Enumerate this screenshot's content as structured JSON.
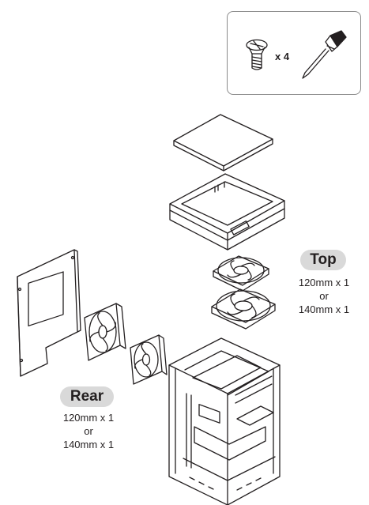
{
  "accessories": {
    "screw_quantity": "x 4",
    "icons": [
      "screw-icon",
      "screwdriver-icon"
    ]
  },
  "top_section": {
    "label": "Top",
    "option_1": "120mm x 1",
    "separator": "or",
    "option_2": "140mm x 1"
  },
  "rear_section": {
    "label": "Rear",
    "option_1": "120mm x 1",
    "separator": "or",
    "option_2": "140mm x 1"
  },
  "colors": {
    "line": "#231f20",
    "label_background": "#d9d9d9",
    "box_border": "#8a8a8a"
  }
}
